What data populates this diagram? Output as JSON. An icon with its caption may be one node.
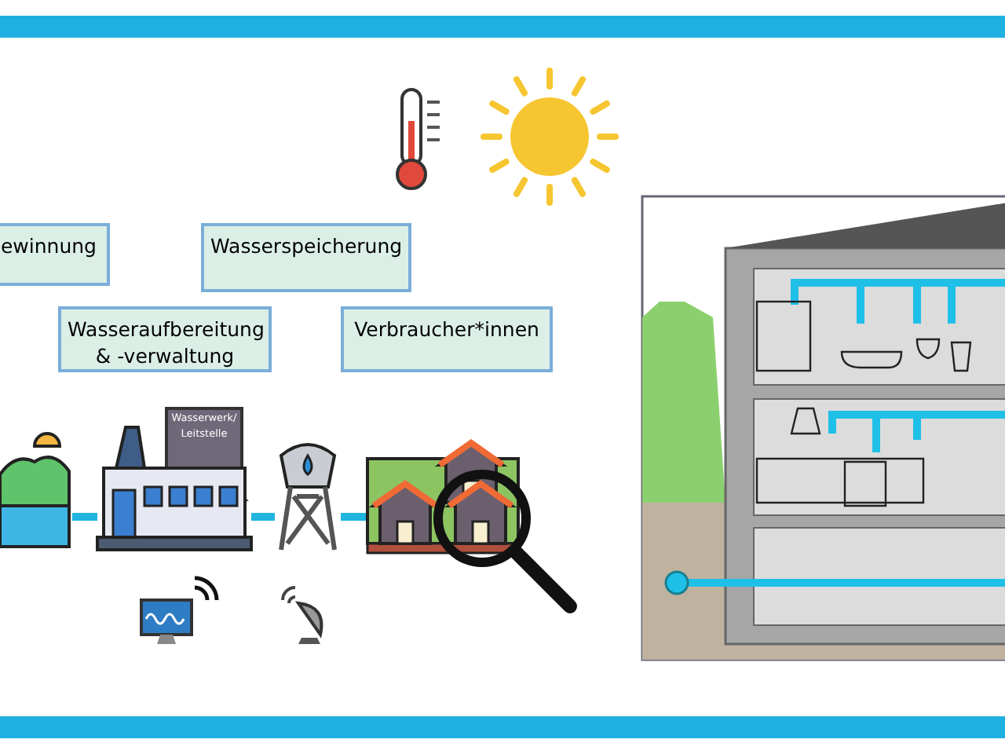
{
  "diagram": {
    "nodes": [
      {
        "text": [
          "ewinnung"
        ]
      },
      {
        "text": [
          "Wasserspeicherung"
        ]
      },
      {
        "text": [
          "Wasseraufbereitung & -verwaltung"
        ]
      },
      {
        "text": [
          "Verbraucher*innen"
        ]
      },
      {
        "text": [],
        "shape": "picture"
      },
      {
        "text": [
          "Wasserwerk/ Leitstelle"
        ]
      },
      {
        "text": [],
        "shape": "picture"
      },
      {
        "text": [],
        "shape": "picture"
      }
    ],
    "edges": [
      {
        "from": 4,
        "to": 5,
        "arrow": "none"
      },
      {
        "from": 5,
        "to": 6,
        "arrow": "none"
      },
      {
        "from": 6,
        "to": 7,
        "arrow": "none"
      }
    ]
  }
}
